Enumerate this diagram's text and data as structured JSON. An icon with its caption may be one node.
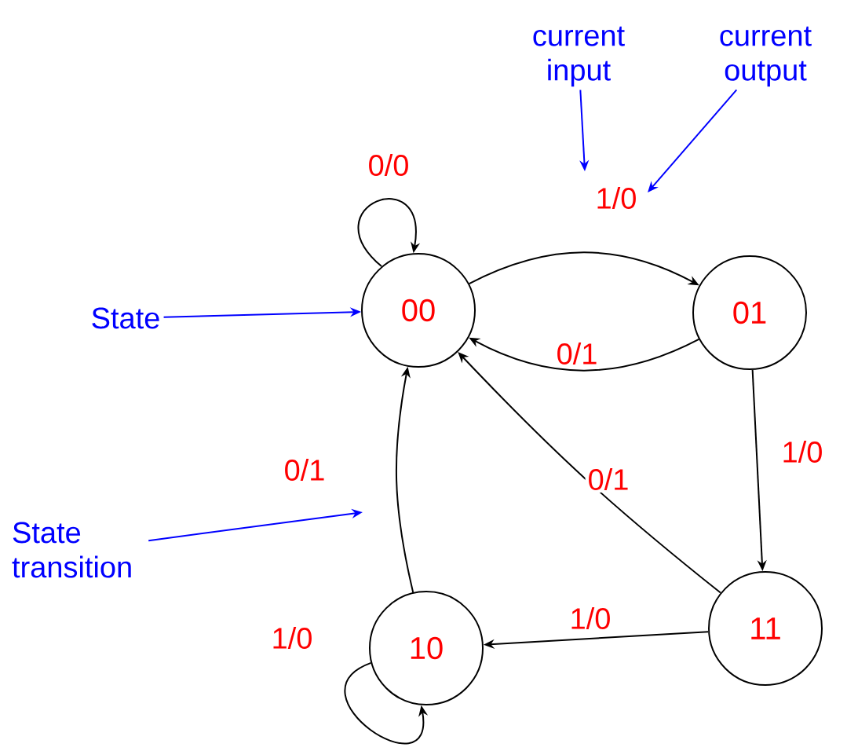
{
  "diagram": {
    "nodes": [
      {
        "text": [
          "00"
        ]
      },
      {
        "text": [
          "01"
        ]
      },
      {
        "text": [
          "10"
        ]
      },
      {
        "text": [
          "11"
        ]
      },
      {
        "text": [
          "State"
        ]
      },
      {
        "text": [
          "current input"
        ]
      },
      {
        "text": [
          "current output"
        ]
      },
      {
        "text": [
          "State transition"
        ]
      }
    ],
    "edges": [
      {
        "from": 0,
        "to": 0,
        "arrow": "to",
        "label": "0/0"
      },
      {
        "from": 0,
        "to": 1,
        "arrow": "to",
        "label": "1/0"
      },
      {
        "from": 1,
        "to": 0,
        "arrow": "to",
        "label": "0/1"
      },
      {
        "from": 1,
        "to": 3,
        "arrow": "to",
        "label": "1/0"
      },
      {
        "from": 3,
        "to": 0,
        "arrow": "to",
        "label": "0/1"
      },
      {
        "from": 3,
        "to": 2,
        "arrow": "to",
        "label": "1/0"
      },
      {
        "from": 2,
        "to": 0,
        "arrow": "to",
        "label": "0/1"
      },
      {
        "from": 2,
        "to": 2,
        "arrow": "to",
        "label": "1/0"
      },
      {
        "from": 4,
        "to": 0,
        "arrow": "to",
        "color": "#0000ff"
      },
      {
        "from": 5,
        "to": null,
        "arrow": "to",
        "color": "#0000ff"
      },
      {
        "from": 6,
        "to": null,
        "arrow": "to",
        "color": "#0000ff"
      },
      {
        "from": 7,
        "to": null,
        "arrow": "to",
        "color": "#0000ff"
      }
    ]
  }
}
